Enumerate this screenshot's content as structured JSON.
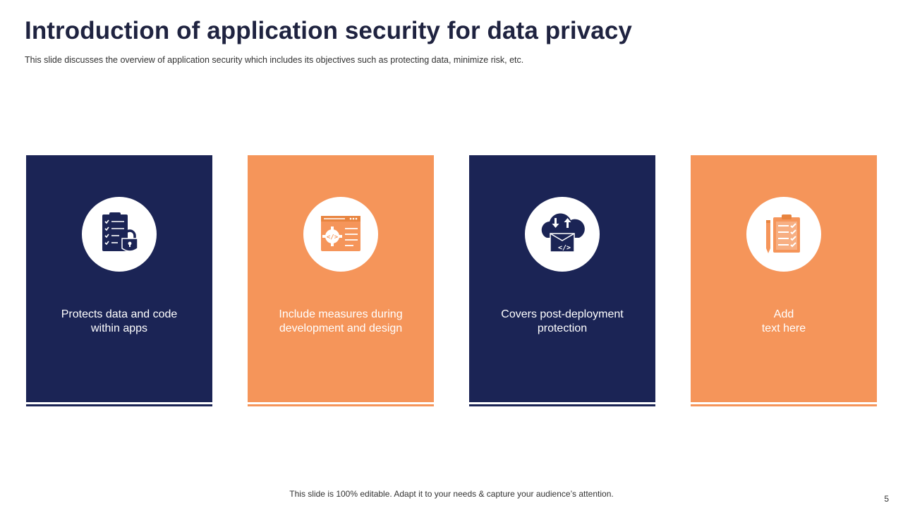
{
  "slide": {
    "title": "Introduction of application security for data privacy",
    "subtitle": "This slide discusses the overview of application security which includes its objectives such as protecting data, minimize risk, etc.",
    "footer": "This slide is 100% editable. Adapt it to your needs & capture your audience’s attention.",
    "page_number": "5"
  },
  "colors": {
    "navy": "#1b2455",
    "orange": "#f5955a"
  },
  "cards": [
    {
      "text": "Protects data and code\nwithin apps",
      "icon": "checklist-lock-icon",
      "theme": "navy"
    },
    {
      "text": "Include measures during\ndevelopment and design",
      "icon": "browser-code-gear-icon",
      "theme": "orange"
    },
    {
      "text": "Covers post-deployment\nprotection",
      "icon": "cloud-box-code-icon",
      "theme": "navy"
    },
    {
      "text": "Add\ntext here",
      "icon": "clipboard-checklist-pencil-icon",
      "theme": "orange"
    }
  ]
}
